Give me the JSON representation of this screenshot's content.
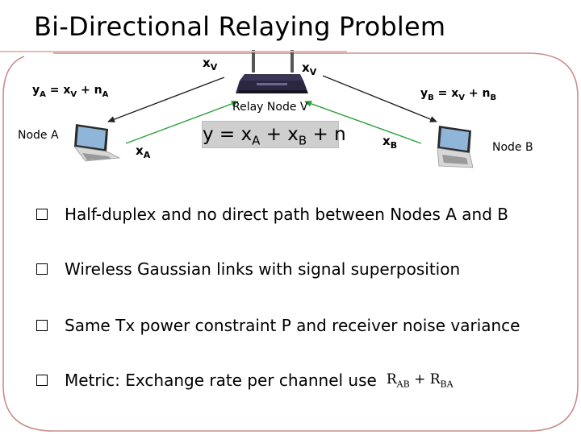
{
  "slide": {
    "title": "Bi-Directional Relaying Problem"
  },
  "diagram": {
    "relay_label": "Relay Node V",
    "node_a_label": "Node A",
    "node_b_label": "Node B",
    "eq_a": {
      "lhs": "y",
      "lhs_sub": "A",
      "mid": " = x",
      "mid_sub": "V",
      "rest": " + n",
      "rest_sub": "A"
    },
    "eq_b": {
      "lhs": "y",
      "lhs_sub": "B",
      "mid": " = x",
      "mid_sub": "V",
      "rest": " + n",
      "rest_sub": "B"
    },
    "xv_left": {
      "base": "x",
      "sub": "V"
    },
    "xv_right": {
      "base": "x",
      "sub": "V"
    },
    "xa": {
      "base": "x",
      "sub": "A"
    },
    "xb": {
      "base": "x",
      "sub": "B"
    },
    "relay_formula": {
      "y": "y = x",
      "sub_a": "A",
      "plus_b": " + x",
      "sub_b": "B",
      "plus_n": " + n"
    },
    "colors": {
      "downlink_arrow": "#222222",
      "uplink_arrow": "#2e9e3c",
      "frame": "#c98e8e"
    }
  },
  "bullets": [
    {
      "text": "Half-duplex and no direct path between Nodes A and B"
    },
    {
      "text": "Wireless Gaussian links with signal superposition"
    },
    {
      "text": "Same Tx power constraint P and receiver noise variance"
    },
    {
      "text": "Metric: Exchange rate per channel use"
    }
  ],
  "metric_formula": {
    "r1": "R",
    "r1_sub": "AB",
    "plus": " + R",
    "r2_sub": "BA"
  }
}
